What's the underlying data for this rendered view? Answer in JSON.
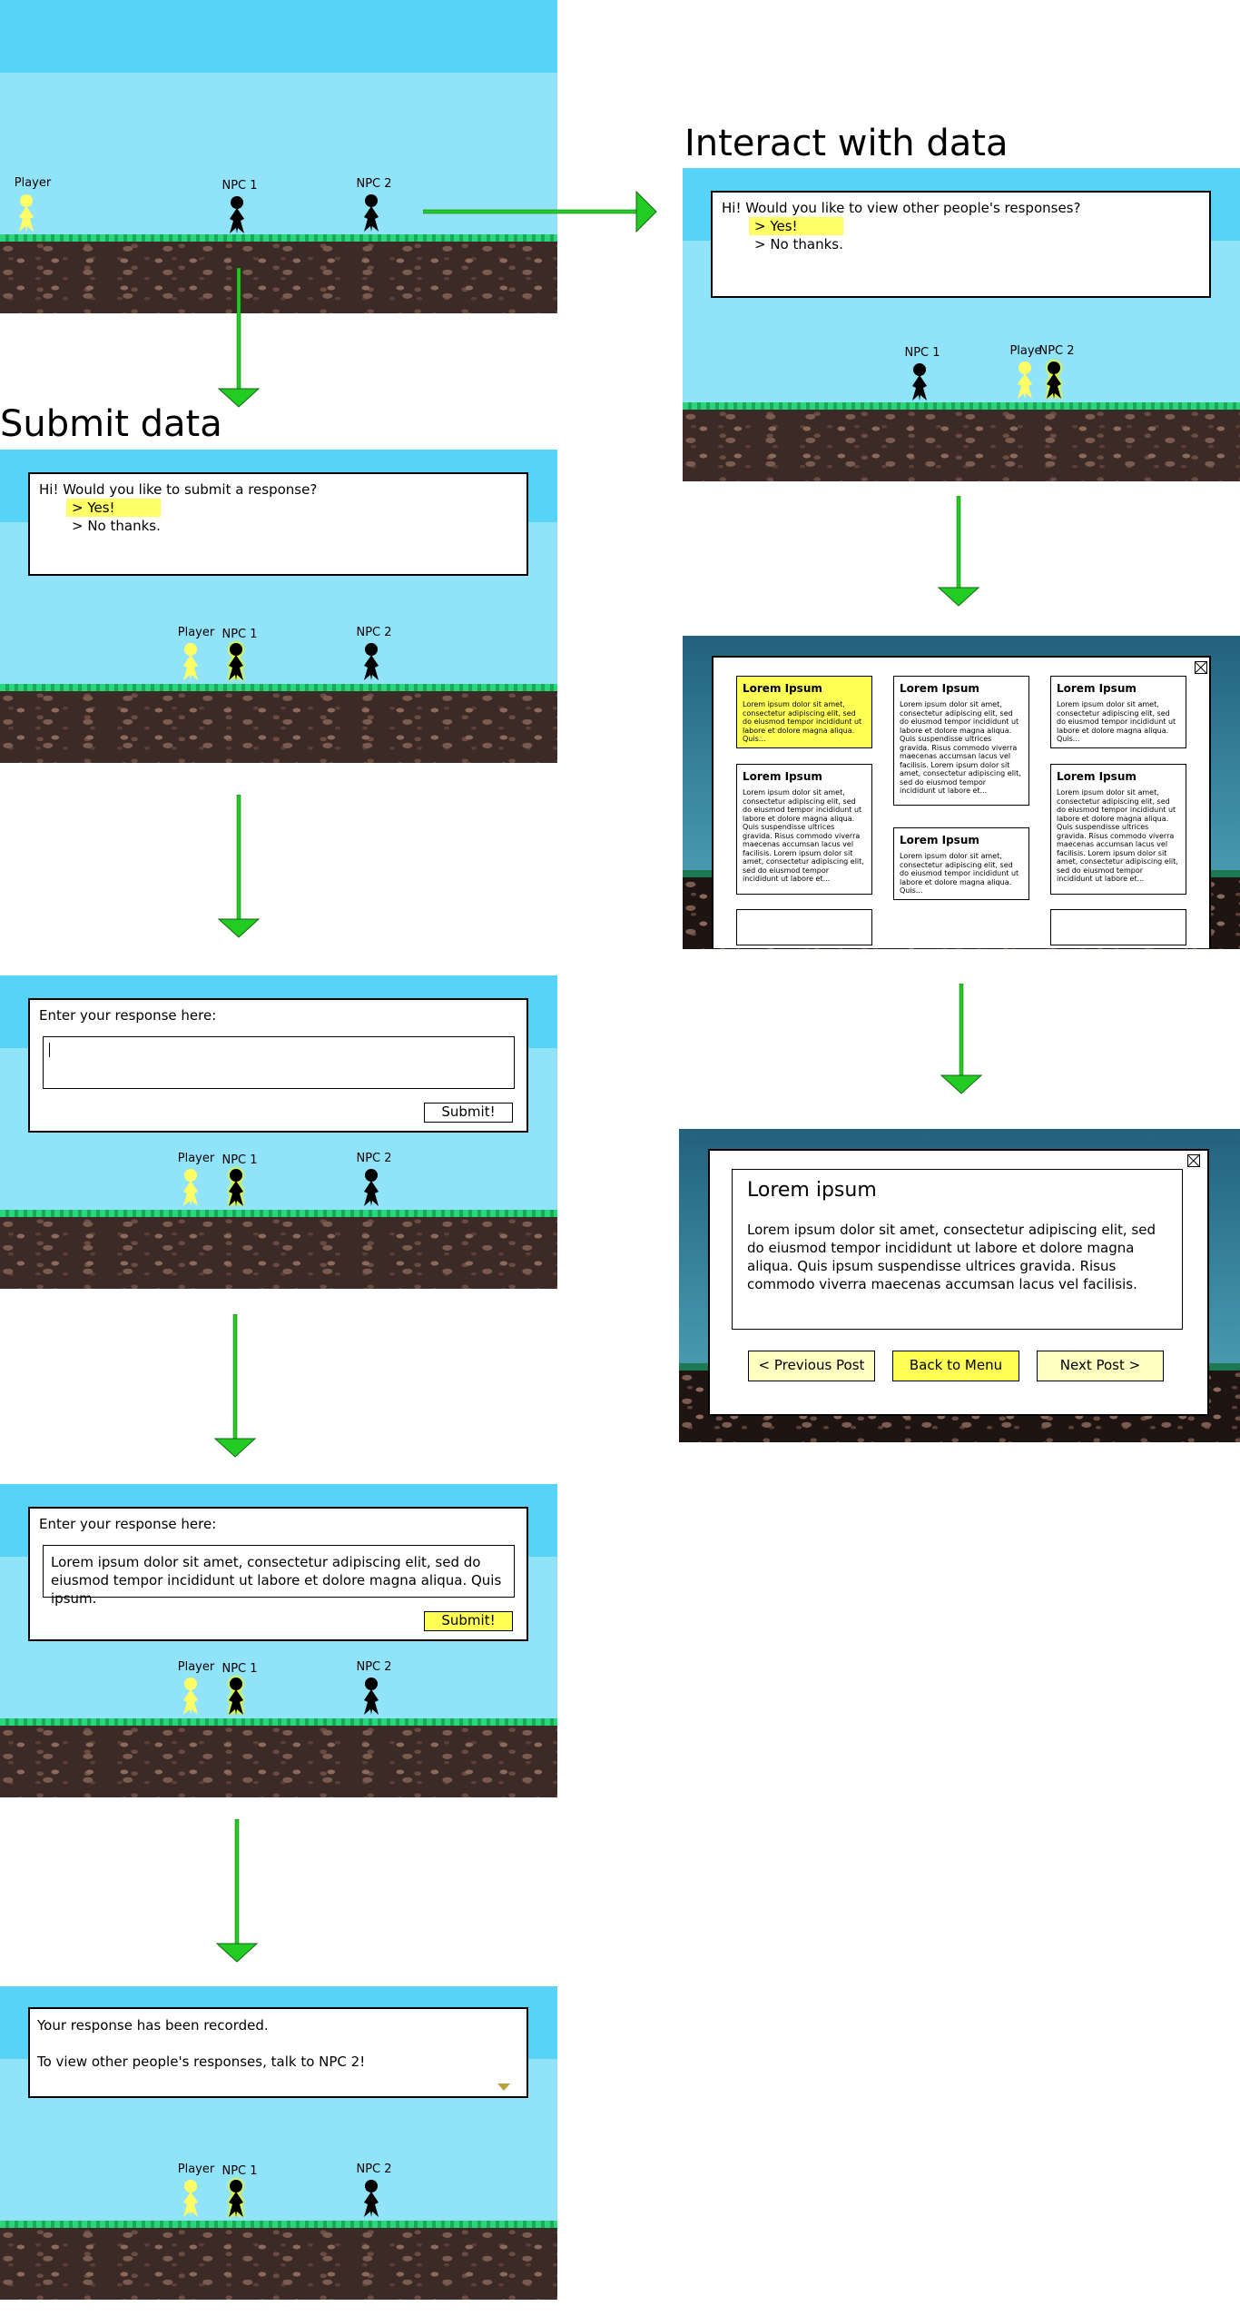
{
  "headings": {
    "submit": "Submit data",
    "interact": "Interact with data"
  },
  "characters": {
    "player": "Player",
    "npc1": "NPC 1",
    "npc2": "NPC 2"
  },
  "scene2": {
    "prompt": "Hi! Would you like to submit a response?",
    "options": [
      "> Yes!",
      "> No thanks."
    ]
  },
  "scene3": {
    "prompt": "Enter your response here:",
    "submit_label": "Submit!"
  },
  "scene4": {
    "prompt": "Enter your response here:",
    "value": "Lorem ipsum dolor sit amet, consectetur adipiscing elit, sed do eiusmod tempor incididunt ut labore et dolore magna aliqua. Quis ipsum.",
    "submit_label": "Submit!"
  },
  "scene5": {
    "line1": "Your response has been recorded.",
    "line2": "To view other people's responses, talk to NPC 2!"
  },
  "scene6": {
    "prompt": "Hi! Would you like to view other people's responses?",
    "options": [
      "> Yes!",
      "> No thanks."
    ],
    "player_label": "Playe"
  },
  "gallery": {
    "cards": [
      {
        "title": "Lorem Ipsum",
        "body": "Lorem ipsum dolor sit amet, consectetur adipiscing elit, sed do eiusmod tempor incididunt ut labore et dolore magna aliqua. Quis..."
      },
      {
        "title": "Lorem Ipsum",
        "body": "Lorem ipsum dolor sit amet, consectetur adipiscing elit, sed do eiusmod tempor incididunt ut labore et dolore magna aliqua. Quis suspendisse ultrices gravida. Risus commodo viverra maecenas accumsan lacus vel facilisis. Lorem ipsum dolor sit amet, consectetur adipiscing elit, sed do eiusmod tempor incididunt ut labore et..."
      },
      {
        "title": "Lorem Ipsum",
        "body": "Lorem ipsum dolor sit amet, consectetur adipiscing elit, sed do eiusmod tempor incididunt ut labore et dolore magna aliqua. Quis..."
      },
      {
        "title": "Lorem Ipsum",
        "body": "Lorem ipsum dolor sit amet, consectetur adipiscing elit, sed do eiusmod tempor incididunt ut labore et dolore magna aliqua. Quis suspendisse ultrices gravida. Risus commodo viverra maecenas accumsan lacus vel facilisis. Lorem ipsum dolor sit amet, consectetur adipiscing elit, sed do eiusmod tempor incididunt ut labore et..."
      },
      {
        "title": "Lorem Ipsum",
        "body": "Lorem ipsum dolor sit amet, consectetur adipiscing elit, sed do eiusmod tempor incididunt ut labore et dolore magna aliqua. Quis..."
      },
      {
        "title": "Lorem Ipsum",
        "body": "Lorem ipsum dolor sit amet, consectetur adipiscing elit, sed do eiusmod tempor incididunt ut labore et dolore magna aliqua. Quis suspendisse ultrices gravida. Risus commodo viverra maecenas accumsan lacus vel facilisis. Lorem ipsum dolor sit amet, consectetur adipiscing elit, sed do eiusmod tempor incididunt ut labore et..."
      }
    ]
  },
  "post": {
    "title": "Lorem ipsum",
    "body": "Lorem ipsum dolor sit amet, consectetur adipiscing elit, sed do eiusmod tempor incididunt ut labore et dolore magna aliqua. Quis ipsum suspendisse ultrices gravida. Risus commodo viverra maecenas accumsan lacus vel facilisis.",
    "prev_label": "< Previous Post",
    "menu_label": "Back to Menu",
    "next_label": "Next Post >"
  },
  "colors": {
    "sky_top": "#56d3f7",
    "sky": "#90e3f9",
    "grass": "#2bd67b",
    "dirt": "#3b2a25",
    "highlight": "#ffff55",
    "arrow": "#22cc22",
    "player": "#ffff66"
  }
}
